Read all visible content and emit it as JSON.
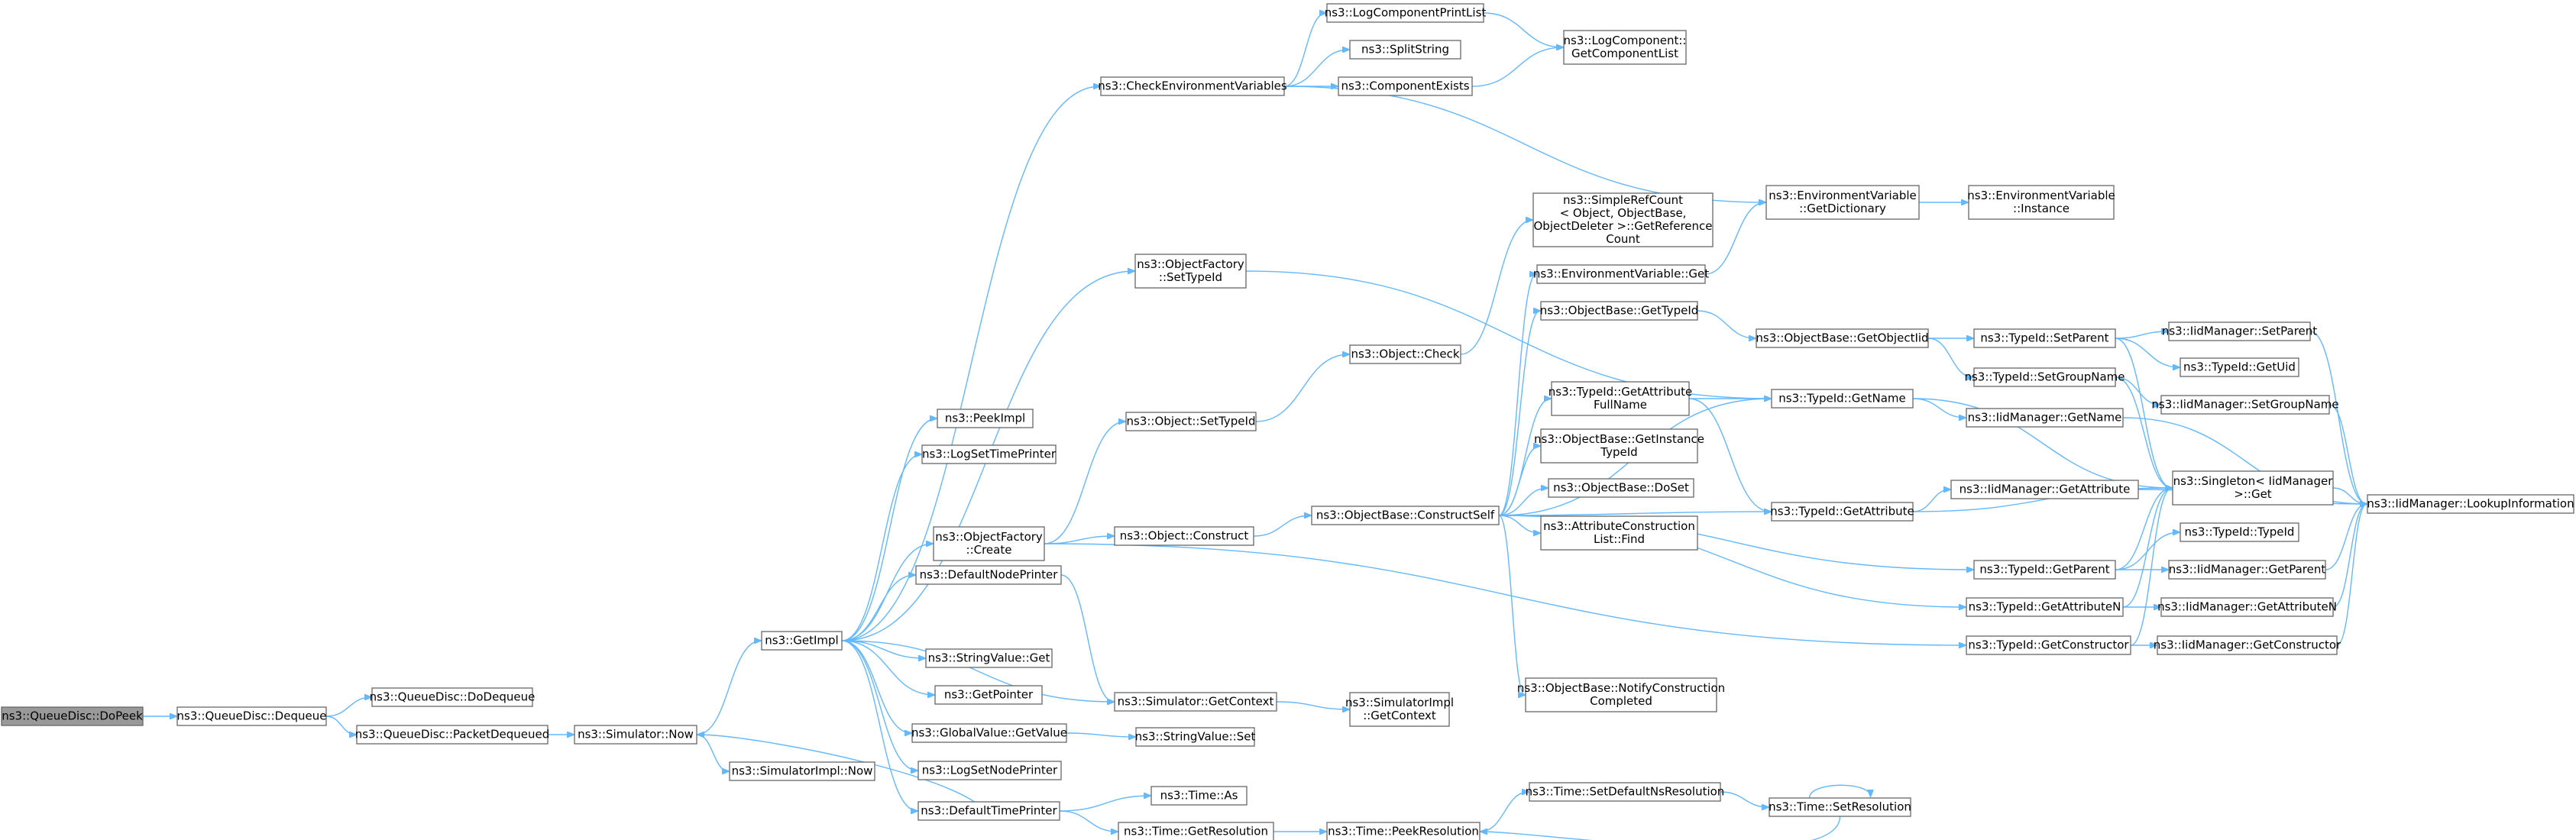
{
  "diagram": {
    "title": "ns3::QueueDisc::DoPeek call graph",
    "colors": {
      "edge": "#63b8ff",
      "node_border": "#666666",
      "root_fill": "#999999",
      "node_fill": "#ffffff"
    },
    "nodes": [
      {
        "id": "root",
        "lines": [
          "ns3::QueueDisc::DoPeek"
        ]
      },
      {
        "id": "dequeue",
        "lines": [
          "ns3::QueueDisc::Dequeue"
        ]
      },
      {
        "id": "dodequeue",
        "lines": [
          "ns3::QueueDisc::DoDequeue"
        ]
      },
      {
        "id": "pktdeq",
        "lines": [
          "ns3::QueueDisc::PacketDequeued"
        ]
      },
      {
        "id": "simnow",
        "lines": [
          "ns3::Simulator::Now"
        ]
      },
      {
        "id": "simimplnow",
        "lines": [
          "ns3::SimulatorImpl::Now"
        ]
      },
      {
        "id": "getimpl",
        "lines": [
          "ns3::GetImpl"
        ]
      },
      {
        "id": "peekimpl",
        "lines": [
          "ns3::PeekImpl"
        ]
      },
      {
        "id": "logsettime",
        "lines": [
          "ns3::LogSetTimePrinter"
        ]
      },
      {
        "id": "ofcreate",
        "lines": [
          "ns3::ObjectFactory",
          "::Create"
        ]
      },
      {
        "id": "defnodeprinter",
        "lines": [
          "ns3::DefaultNodePrinter"
        ]
      },
      {
        "id": "strvalget",
        "lines": [
          "ns3::StringValue::Get"
        ]
      },
      {
        "id": "getpointer",
        "lines": [
          "ns3::GetPointer"
        ]
      },
      {
        "id": "gvgetvalue",
        "lines": [
          "ns3::GlobalValue::GetValue"
        ]
      },
      {
        "id": "logsetnode",
        "lines": [
          "ns3::LogSetNodePrinter"
        ]
      },
      {
        "id": "deftimeprinter",
        "lines": [
          "ns3::DefaultTimePrinter"
        ]
      },
      {
        "id": "checkenv",
        "lines": [
          "ns3::CheckEnvironmentVariables"
        ]
      },
      {
        "id": "logcompprint",
        "lines": [
          "ns3::LogComponentPrintList"
        ]
      },
      {
        "id": "splitstring",
        "lines": [
          "ns3::SplitString"
        ]
      },
      {
        "id": "compexists",
        "lines": [
          "ns3::ComponentExists"
        ]
      },
      {
        "id": "logcompget",
        "lines": [
          "ns3::LogComponent::",
          "GetComponentList"
        ]
      },
      {
        "id": "ofsettypeid",
        "lines": [
          "ns3::ObjectFactory",
          "::SetTypeId"
        ]
      },
      {
        "id": "objsettypeid",
        "lines": [
          "ns3::Object::SetTypeId"
        ]
      },
      {
        "id": "objconstruct",
        "lines": [
          "ns3::Object::Construct"
        ]
      },
      {
        "id": "simgetctx",
        "lines": [
          "ns3::Simulator::GetContext"
        ]
      },
      {
        "id": "strvalset",
        "lines": [
          "ns3::StringValue::Set"
        ]
      },
      {
        "id": "simimplgetctx",
        "lines": [
          "ns3::SimulatorImpl",
          "::GetContext"
        ]
      },
      {
        "id": "timeas",
        "lines": [
          "ns3::Time::As"
        ]
      },
      {
        "id": "timegetres",
        "lines": [
          "ns3::Time::GetResolution"
        ]
      },
      {
        "id": "timepeekres",
        "lines": [
          "ns3::Time::PeekResolution"
        ]
      },
      {
        "id": "timesetdefns",
        "lines": [
          "ns3::Time::SetDefaultNsResolution"
        ]
      },
      {
        "id": "timesetres",
        "lines": [
          "ns3::Time::SetResolution"
        ]
      },
      {
        "id": "objcheck",
        "lines": [
          "ns3::Object::Check"
        ]
      },
      {
        "id": "obconstructself",
        "lines": [
          "ns3::ObjectBase::ConstructSelf"
        ]
      },
      {
        "id": "simplerefcount",
        "lines": [
          "ns3::SimpleRefCount",
          "< Object, ObjectBase,",
          "ObjectDeleter >::GetReference",
          "Count"
        ]
      },
      {
        "id": "envvarget",
        "lines": [
          "ns3::EnvironmentVariable::Get"
        ]
      },
      {
        "id": "obgettypeid",
        "lines": [
          "ns3::ObjectBase::GetTypeId"
        ]
      },
      {
        "id": "tidgetattrfull",
        "lines": [
          "ns3::TypeId::GetAttribute",
          "FullName"
        ]
      },
      {
        "id": "obgetinst",
        "lines": [
          "ns3::ObjectBase::GetInstance",
          "TypeId"
        ]
      },
      {
        "id": "obdoset",
        "lines": [
          "ns3::ObjectBase::DoSet"
        ]
      },
      {
        "id": "attrconsfind",
        "lines": [
          "ns3::AttributeConstruction",
          "List::Find"
        ]
      },
      {
        "id": "obnotify",
        "lines": [
          "ns3::ObjectBase::NotifyConstruction",
          "Completed"
        ]
      },
      {
        "id": "envgetdict",
        "lines": [
          "ns3::EnvironmentVariable",
          "::GetDictionary"
        ]
      },
      {
        "id": "envinstance",
        "lines": [
          "ns3::EnvironmentVariable",
          "::Instance"
        ]
      },
      {
        "id": "obgetobjtid",
        "lines": [
          "ns3::ObjectBase::GetObjectIid"
        ]
      },
      {
        "id": "tidgetname",
        "lines": [
          "ns3::TypeId::GetName"
        ]
      },
      {
        "id": "tidgetattr",
        "lines": [
          "ns3::TypeId::GetAttribute"
        ]
      },
      {
        "id": "tidsetparent",
        "lines": [
          "ns3::TypeId::SetParent"
        ]
      },
      {
        "id": "tidsetgroup",
        "lines": [
          "ns3::TypeId::SetGroupName"
        ]
      },
      {
        "id": "iidgetname",
        "lines": [
          "ns3::IidManager::GetName"
        ]
      },
      {
        "id": "iidgetattr",
        "lines": [
          "ns3::IidManager::GetAttribute"
        ]
      },
      {
        "id": "tidgetparent",
        "lines": [
          "ns3::TypeId::GetParent"
        ]
      },
      {
        "id": "tidgetattrn",
        "lines": [
          "ns3::TypeId::GetAttributeN"
        ]
      },
      {
        "id": "tidgetcons",
        "lines": [
          "ns3::TypeId::GetConstructor"
        ]
      },
      {
        "id": "iidsetparent",
        "lines": [
          "ns3::IidManager::SetParent"
        ]
      },
      {
        "id": "tidgetuid",
        "lines": [
          "ns3::TypeId::GetUid"
        ]
      },
      {
        "id": "iidsetgroup",
        "lines": [
          "ns3::IidManager::SetGroupName"
        ]
      },
      {
        "id": "singletonget",
        "lines": [
          "ns3::Singleton< IidManager",
          ">::Get"
        ]
      },
      {
        "id": "tidtypeid",
        "lines": [
          "ns3::TypeId::TypeId"
        ]
      },
      {
        "id": "iidgetparent",
        "lines": [
          "ns3::IidManager::GetParent"
        ]
      },
      {
        "id": "iidgetattrn",
        "lines": [
          "ns3::IidManager::GetAttributeN"
        ]
      },
      {
        "id": "iidgetcons",
        "lines": [
          "ns3::IidManager::GetConstructor"
        ]
      },
      {
        "id": "iidlookup",
        "lines": [
          "ns3::IidManager::LookupInformation"
        ]
      }
    ],
    "edges": [
      [
        "root",
        "dequeue"
      ],
      [
        "dequeue",
        "dodequeue"
      ],
      [
        "dequeue",
        "pktdeq"
      ],
      [
        "pktdeq",
        "simnow"
      ],
      [
        "simnow",
        "getimpl"
      ],
      [
        "simnow",
        "simimplnow"
      ],
      [
        "getimpl",
        "peekimpl"
      ],
      [
        "getimpl",
        "logsettime"
      ],
      [
        "getimpl",
        "ofcreate"
      ],
      [
        "getimpl",
        "defnodeprinter"
      ],
      [
        "getimpl",
        "strvalget"
      ],
      [
        "getimpl",
        "getpointer"
      ],
      [
        "getimpl",
        "gvgetvalue"
      ],
      [
        "getimpl",
        "logsetnode"
      ],
      [
        "getimpl",
        "deftimeprinter"
      ],
      [
        "getimpl",
        "checkenv"
      ],
      [
        "getimpl",
        "ofsettypeid"
      ],
      [
        "getimpl",
        "simgetctx"
      ],
      [
        "checkenv",
        "logcompprint"
      ],
      [
        "checkenv",
        "splitstring"
      ],
      [
        "checkenv",
        "compexists"
      ],
      [
        "checkenv",
        "envgetdict"
      ],
      [
        "logcompprint",
        "logcompget"
      ],
      [
        "compexists",
        "logcompget"
      ],
      [
        "ofsettypeid",
        "tidgetname"
      ],
      [
        "ofcreate",
        "objsettypeid"
      ],
      [
        "ofcreate",
        "objconstruct"
      ],
      [
        "ofcreate",
        "tidgetcons"
      ],
      [
        "objsettypeid",
        "objcheck"
      ],
      [
        "objconstruct",
        "obconstructself"
      ],
      [
        "objcheck",
        "simplerefcount"
      ],
      [
        "defnodeprinter",
        "simgetctx"
      ],
      [
        "gvgetvalue",
        "strvalset"
      ],
      [
        "simgetctx",
        "simimplgetctx"
      ],
      [
        "deftimeprinter",
        "timeas"
      ],
      [
        "deftimeprinter",
        "timegetres"
      ],
      [
        "deftimeprinter",
        "simnow"
      ],
      [
        "timegetres",
        "timepeekres"
      ],
      [
        "timepeekres",
        "timesetdefns"
      ],
      [
        "timesetdefns",
        "timesetres"
      ],
      [
        "timesetres",
        "timepeekres"
      ],
      [
        "timesetres",
        "timesetres"
      ],
      [
        "obconstructself",
        "envvarget"
      ],
      [
        "obconstructself",
        "obgettypeid"
      ],
      [
        "obconstructself",
        "tidgetattrfull"
      ],
      [
        "obconstructself",
        "obgetinst"
      ],
      [
        "obconstructself",
        "obdoset"
      ],
      [
        "obconstructself",
        "attrconsfind"
      ],
      [
        "obconstructself",
        "obnotify"
      ],
      [
        "obconstructself",
        "tidgetname"
      ],
      [
        "obconstructself",
        "tidgetattr"
      ],
      [
        "obconstructself",
        "tidgetparent"
      ],
      [
        "obconstructself",
        "tidgetattrn"
      ],
      [
        "envvarget",
        "envgetdict"
      ],
      [
        "envgetdict",
        "envinstance"
      ],
      [
        "obgettypeid",
        "obgetobjtid"
      ],
      [
        "obgetobjtid",
        "tidsetparent"
      ],
      [
        "obgetobjtid",
        "tidsetgroup"
      ],
      [
        "tidgetattrfull",
        "tidgetname"
      ],
      [
        "tidgetattrfull",
        "tidgetattr"
      ],
      [
        "tidgetname",
        "iidgetname"
      ],
      [
        "tidgetname",
        "singletonget"
      ],
      [
        "tidgetattr",
        "iidgetattr"
      ],
      [
        "tidgetattr",
        "singletonget"
      ],
      [
        "tidsetparent",
        "iidsetparent"
      ],
      [
        "tidsetparent",
        "tidgetuid"
      ],
      [
        "tidsetparent",
        "singletonget"
      ],
      [
        "tidsetgroup",
        "iidsetgroup"
      ],
      [
        "tidsetgroup",
        "singletonget"
      ],
      [
        "tidgetparent",
        "tidtypeid"
      ],
      [
        "tidgetparent",
        "iidgetparent"
      ],
      [
        "tidgetparent",
        "singletonget"
      ],
      [
        "tidgetattrn",
        "iidgetattrn"
      ],
      [
        "tidgetattrn",
        "singletonget"
      ],
      [
        "tidgetcons",
        "iidgetcons"
      ],
      [
        "tidgetcons",
        "singletonget"
      ],
      [
        "iidgetname",
        "iidlookup"
      ],
      [
        "iidgetattr",
        "iidlookup"
      ],
      [
        "iidsetparent",
        "iidlookup"
      ],
      [
        "iidsetgroup",
        "iidlookup"
      ],
      [
        "iidgetparent",
        "iidlookup"
      ],
      [
        "iidgetattrn",
        "iidlookup"
      ],
      [
        "iidgetcons",
        "iidlookup"
      ],
      [
        "singletonget",
        "iidlookup"
      ]
    ]
  }
}
